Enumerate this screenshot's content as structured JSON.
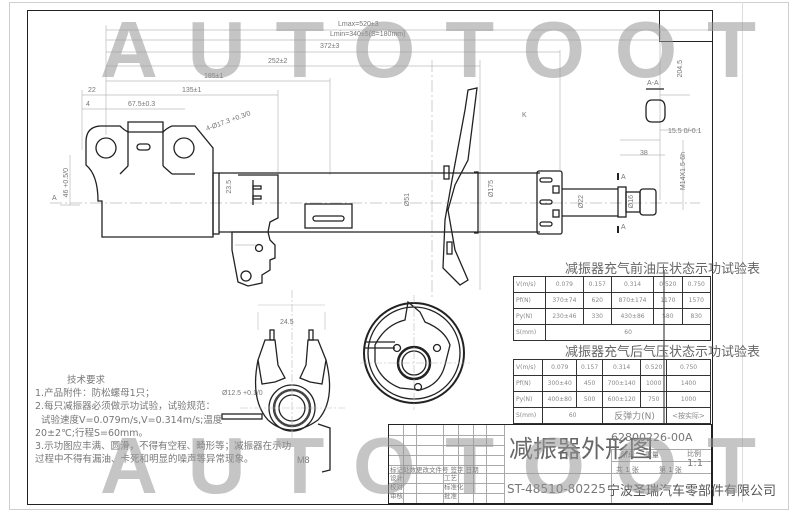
{
  "watermark": {
    "top": "AUTOTOOT",
    "bottom": "AUTOTOOT"
  },
  "drawing": {
    "dimensions": {
      "lmax": "Lmax=520±3",
      "lmin": "Lmin=340±5(S=180mm)",
      "d372": "372±3",
      "d252": "252±2",
      "d185": "185±1",
      "d135": "135±1",
      "d22": "22",
      "d4": "4",
      "d675": "67.5±0.3",
      "bolt_holes": "4-Ø17.3 +0.3/0",
      "d46": "46 +0.5/0",
      "d235": "23.5",
      "d51": "Ø51",
      "d175": "Ø175",
      "d22rod": "Ø22",
      "d16": "Ø16",
      "d38": "38",
      "d155": "15.5 0/-0.1",
      "thread": "M14X1.5-6h",
      "d2045": "204.5",
      "d245": "24.5",
      "d125": "Ø12.5 +0.1/0",
      "m8": "M8",
      "section_aa": "A-A",
      "section_mark": "A",
      "view_k": "K"
    }
  },
  "table_front": {
    "title": "减振器充气前油压状态示功试验表",
    "rows": [
      {
        "label": "V(m/s)",
        "cells": [
          "0.079",
          "0.157",
          "0.314",
          "0.520",
          "0.750"
        ]
      },
      {
        "label": "Pf(N)",
        "cells": [
          "370±74",
          "620",
          "870±174",
          "1170",
          "1570"
        ]
      },
      {
        "label": "Py(N)",
        "cells": [
          "230±46",
          "330",
          "430±86",
          "580",
          "830"
        ]
      },
      {
        "label": "S(mm)",
        "cells": [
          "60"
        ]
      }
    ]
  },
  "table_rear": {
    "title": "减振器充气后气压状态示功试验表",
    "rows": [
      {
        "label": "V(m/s)",
        "cells": [
          "0.079",
          "0.157",
          "0.314",
          "0.520",
          "0.750"
        ]
      },
      {
        "label": "Pf(N)",
        "cells": [
          "300±40",
          "450",
          "700±140",
          "1000",
          "1400"
        ]
      },
      {
        "label": "Py(N)",
        "cells": [
          "400±80",
          "500",
          "600±120",
          "750",
          "1000"
        ]
      },
      {
        "label": "S(mm)",
        "cells": [
          "60",
          "反弹力(N)",
          "<按实际>"
        ]
      }
    ]
  },
  "requirements": {
    "title": "技术要求",
    "lines": [
      "1.产品附件：防松螺母1只；",
      "2.每只减振器必须做示功试验，试验规范：",
      "  试验速度V=0.079m/s,V=0.314m/s;温度",
      "20±2℃;行程S=60mm。",
      "3.示功图应丰满、圆滑，不得有空程、畸形等；减振器在示功",
      "过程中不得有漏油、卡死和明显的噪声等异常现象。"
    ]
  },
  "title_block": {
    "part_name": "减振器外形图",
    "drawing_no": "62800226-00A",
    "part_no": "ST-48510-80225",
    "scale_label": "比例",
    "scale": "1:1",
    "sheets_total": "共 1 张",
    "sheet_no": "第 1 张",
    "weight_label": "重量",
    "stage_label": "阶段",
    "company": "宁波圣瑞汽车零部件有限公司",
    "revision_header": [
      "标记",
      "处数",
      "更改文件号",
      "签字",
      "日期"
    ],
    "roles": [
      "设计",
      "校对",
      "审核",
      "标准化",
      "工艺",
      "批准"
    ]
  }
}
